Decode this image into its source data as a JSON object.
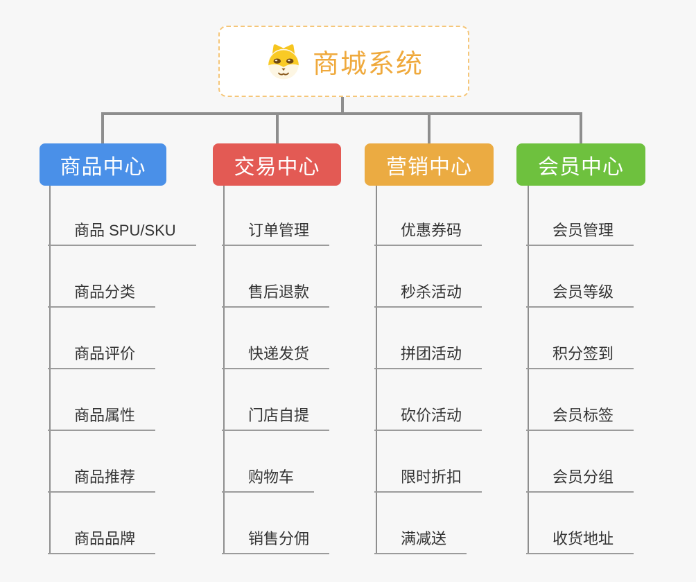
{
  "root": {
    "label": "商城系统",
    "icon": "dog-icon",
    "text_color": "#efa93c",
    "border_color": "#f5c679"
  },
  "branches": [
    {
      "label": "商品中心",
      "color": "#4a90e8",
      "items": [
        "商品 SPU/SKU",
        "商品分类",
        "商品评价",
        "商品属性",
        "商品推荐",
        "商品品牌"
      ]
    },
    {
      "label": "交易中心",
      "color": "#e35a54",
      "items": [
        "订单管理",
        "售后退款",
        "快递发货",
        "门店自提",
        "购物车",
        "销售分佣"
      ]
    },
    {
      "label": "营销中心",
      "color": "#ebab42",
      "items": [
        "优惠券码",
        "秒杀活动",
        "拼团活动",
        "砍价活动",
        "限时折扣",
        "满减送"
      ]
    },
    {
      "label": "会员中心",
      "color": "#6ec13e",
      "items": [
        "会员管理",
        "会员等级",
        "积分签到",
        "会员标签",
        "会员分组",
        "收货地址"
      ]
    }
  ],
  "colors": {
    "background": "#f7f7f7",
    "connector": "#8e8e8e",
    "item_underline": "#9b9b9b",
    "item_text": "#333333"
  }
}
